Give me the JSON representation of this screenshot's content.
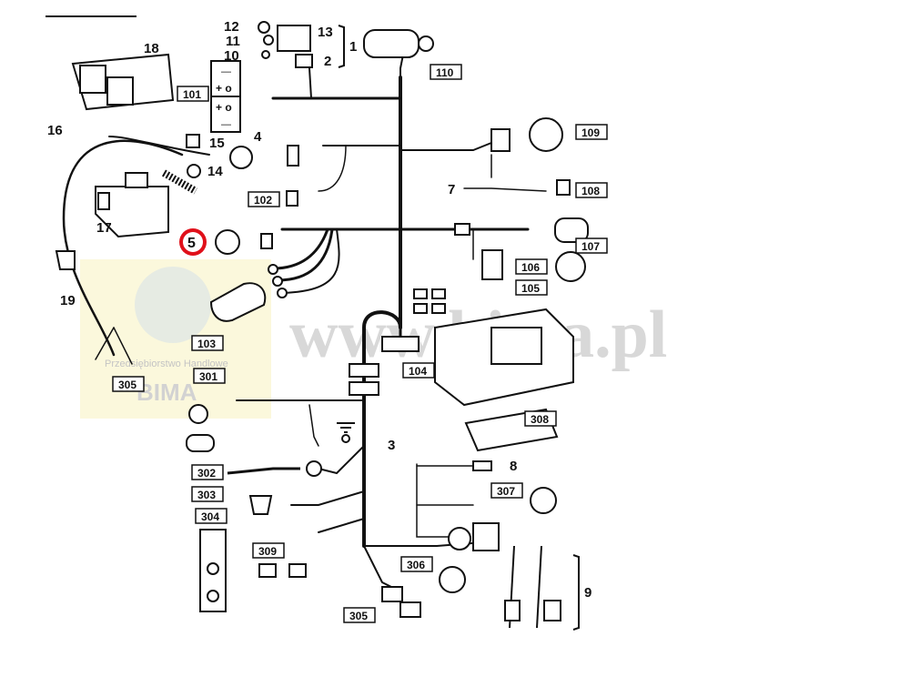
{
  "watermark": {
    "url_text": "www.bima.pl",
    "company_line": "Przedsiębiorstwo Handlowe",
    "company_name": "BIMA"
  },
  "callouts": {
    "c1": "1",
    "c2": "2",
    "c3": "3",
    "c4": "4",
    "c5": "5",
    "c7": "7",
    "c8": "8",
    "c9": "9",
    "c10": "10",
    "c11": "11",
    "c12": "12",
    "c13": "13",
    "c14": "14",
    "c15": "15",
    "c16": "16",
    "c17": "17",
    "c18": "18",
    "c19": "19"
  },
  "boxes": {
    "b101": "101",
    "b102": "102",
    "b103": "103",
    "b104": "104",
    "b105": "105",
    "b106": "106",
    "b107": "107",
    "b108": "108",
    "b109": "109",
    "b110": "110",
    "b301": "301",
    "b302": "302",
    "b303": "303",
    "b304": "304",
    "b305a": "305",
    "b305b": "305",
    "b306": "306",
    "b307": "307",
    "b308": "308",
    "b309": "309"
  },
  "highlight": {
    "color": "#e0101a",
    "label": "5"
  },
  "colors": {
    "line": "#111111",
    "watermark_panel": "#fbf8dc",
    "watermark_text": "#d8d8d8"
  },
  "battery_terminals": {
    "minus_top": "—",
    "plus": "+ o",
    "plus2": "+ o",
    "minus_bottom": "—"
  }
}
